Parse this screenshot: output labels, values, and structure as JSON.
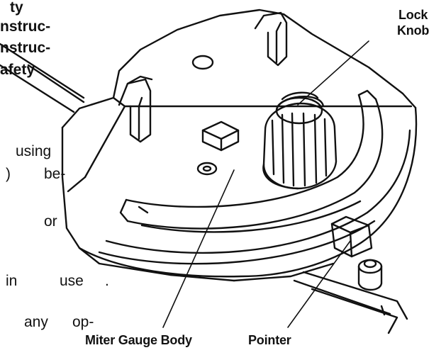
{
  "labels": {
    "lock_knob_line1": "Lock",
    "lock_knob_line2": "Knob",
    "miter_gauge_body": "Miter Gauge Body",
    "pointer": "Pointer"
  },
  "clipped_text": {
    "line1": "ty",
    "line2": "nstruc-",
    "line3": "nstruc-",
    "line4": "afety",
    "line5": "using",
    "line6a": ")",
    "line6b": "be-",
    "line7": "or",
    "line8a": "in",
    "line8b": "use",
    "line8c": ".",
    "line9a": "any",
    "line9b": "op-"
  },
  "colors": {
    "ink": "#111111",
    "paper": "#ffffff"
  }
}
